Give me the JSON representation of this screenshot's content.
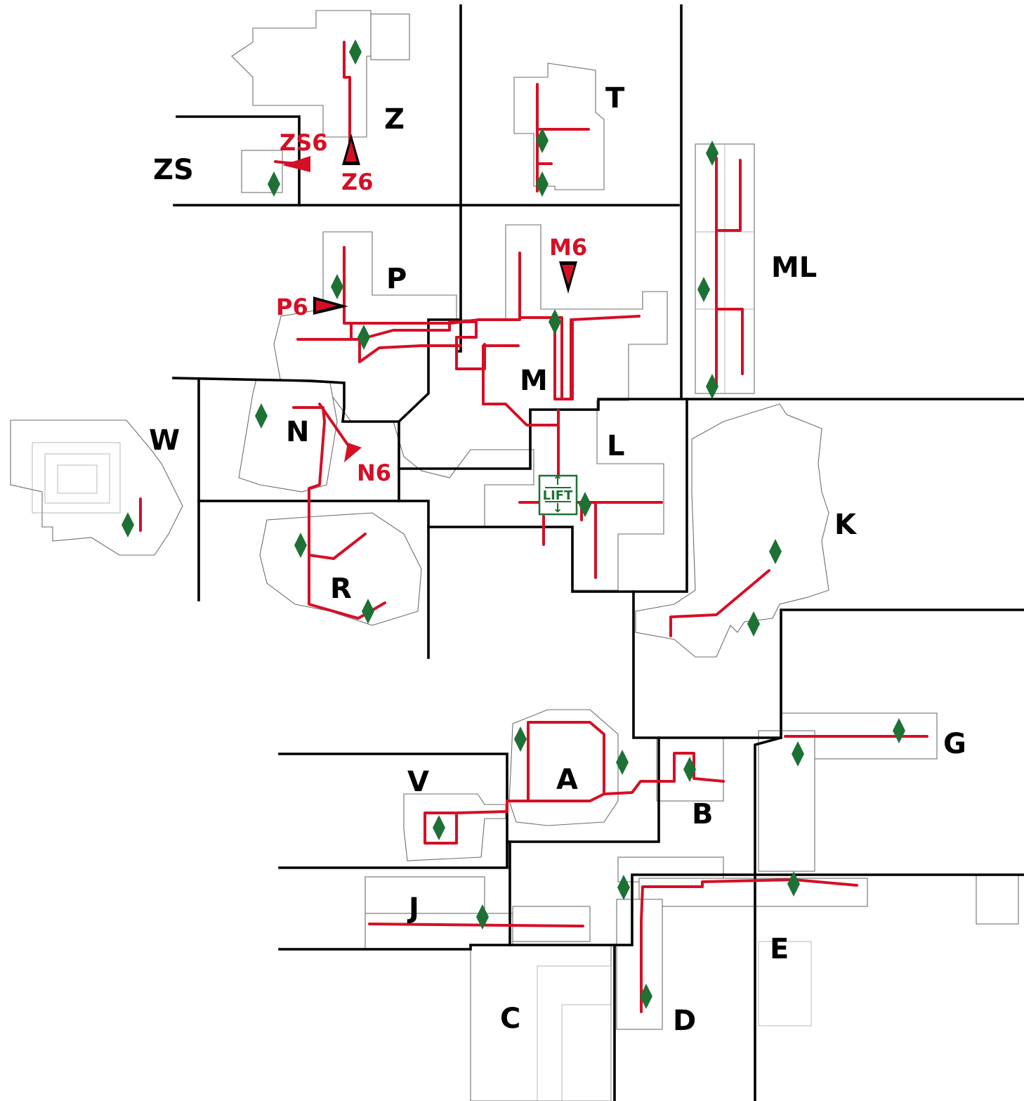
{
  "buildings": {
    "Z": "Z",
    "ZS": "ZS",
    "T": "T",
    "ML": "ML",
    "P": "P",
    "M": "M",
    "W": "W",
    "N": "N",
    "L": "L",
    "K": "K",
    "R": "R",
    "A": "A",
    "V": "V",
    "B": "B",
    "G": "G",
    "J": "J",
    "E": "E",
    "C": "C",
    "D": "D"
  },
  "entrances": {
    "zs6": "ZS6",
    "z6": "Z6",
    "m6": "M6",
    "p6": "P6",
    "n6": "N6"
  },
  "lift": {
    "label": "LIFT",
    "up": "↑",
    "down": "↓"
  },
  "colors": {
    "route": "#d50f25",
    "stairs": "#1e7134",
    "walls": "#000000"
  },
  "icons": {
    "stairs": "stairs-diamond-icon",
    "entrance": "entrance-arrow-icon",
    "lift": "lift-icon"
  }
}
